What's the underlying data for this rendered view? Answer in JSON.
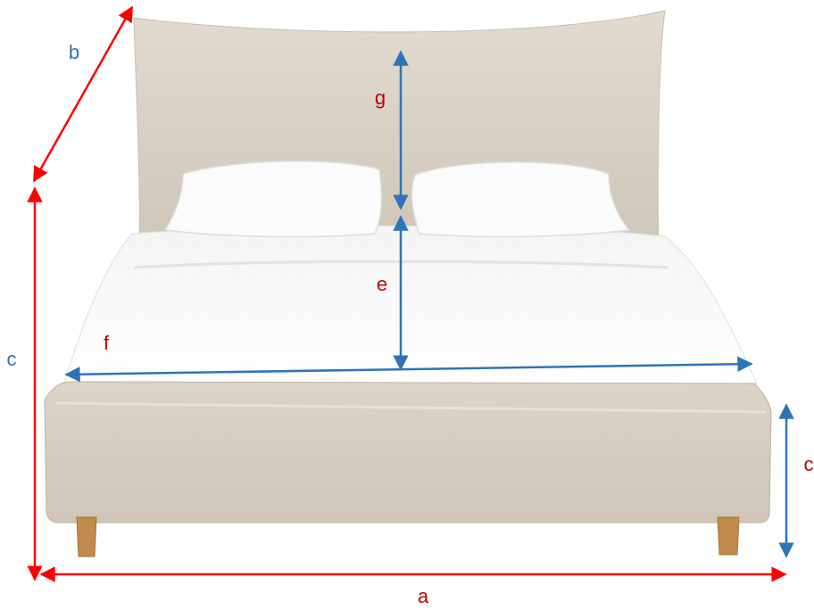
{
  "colors": {
    "red": "#ff0000",
    "blue": "#2e75b6",
    "linen": "#d9d2c6",
    "linen_dark": "#b9b0a2",
    "linen_light": "#e6e0d6",
    "sheet": "#f7f7f7",
    "sheet_shadow": "#e3e3e3",
    "leg": "#c08a4c"
  },
  "labels": {
    "a": "a",
    "b": "b",
    "c_left": "c",
    "c_right": "c",
    "e": "e",
    "f": "f",
    "g": "g"
  }
}
